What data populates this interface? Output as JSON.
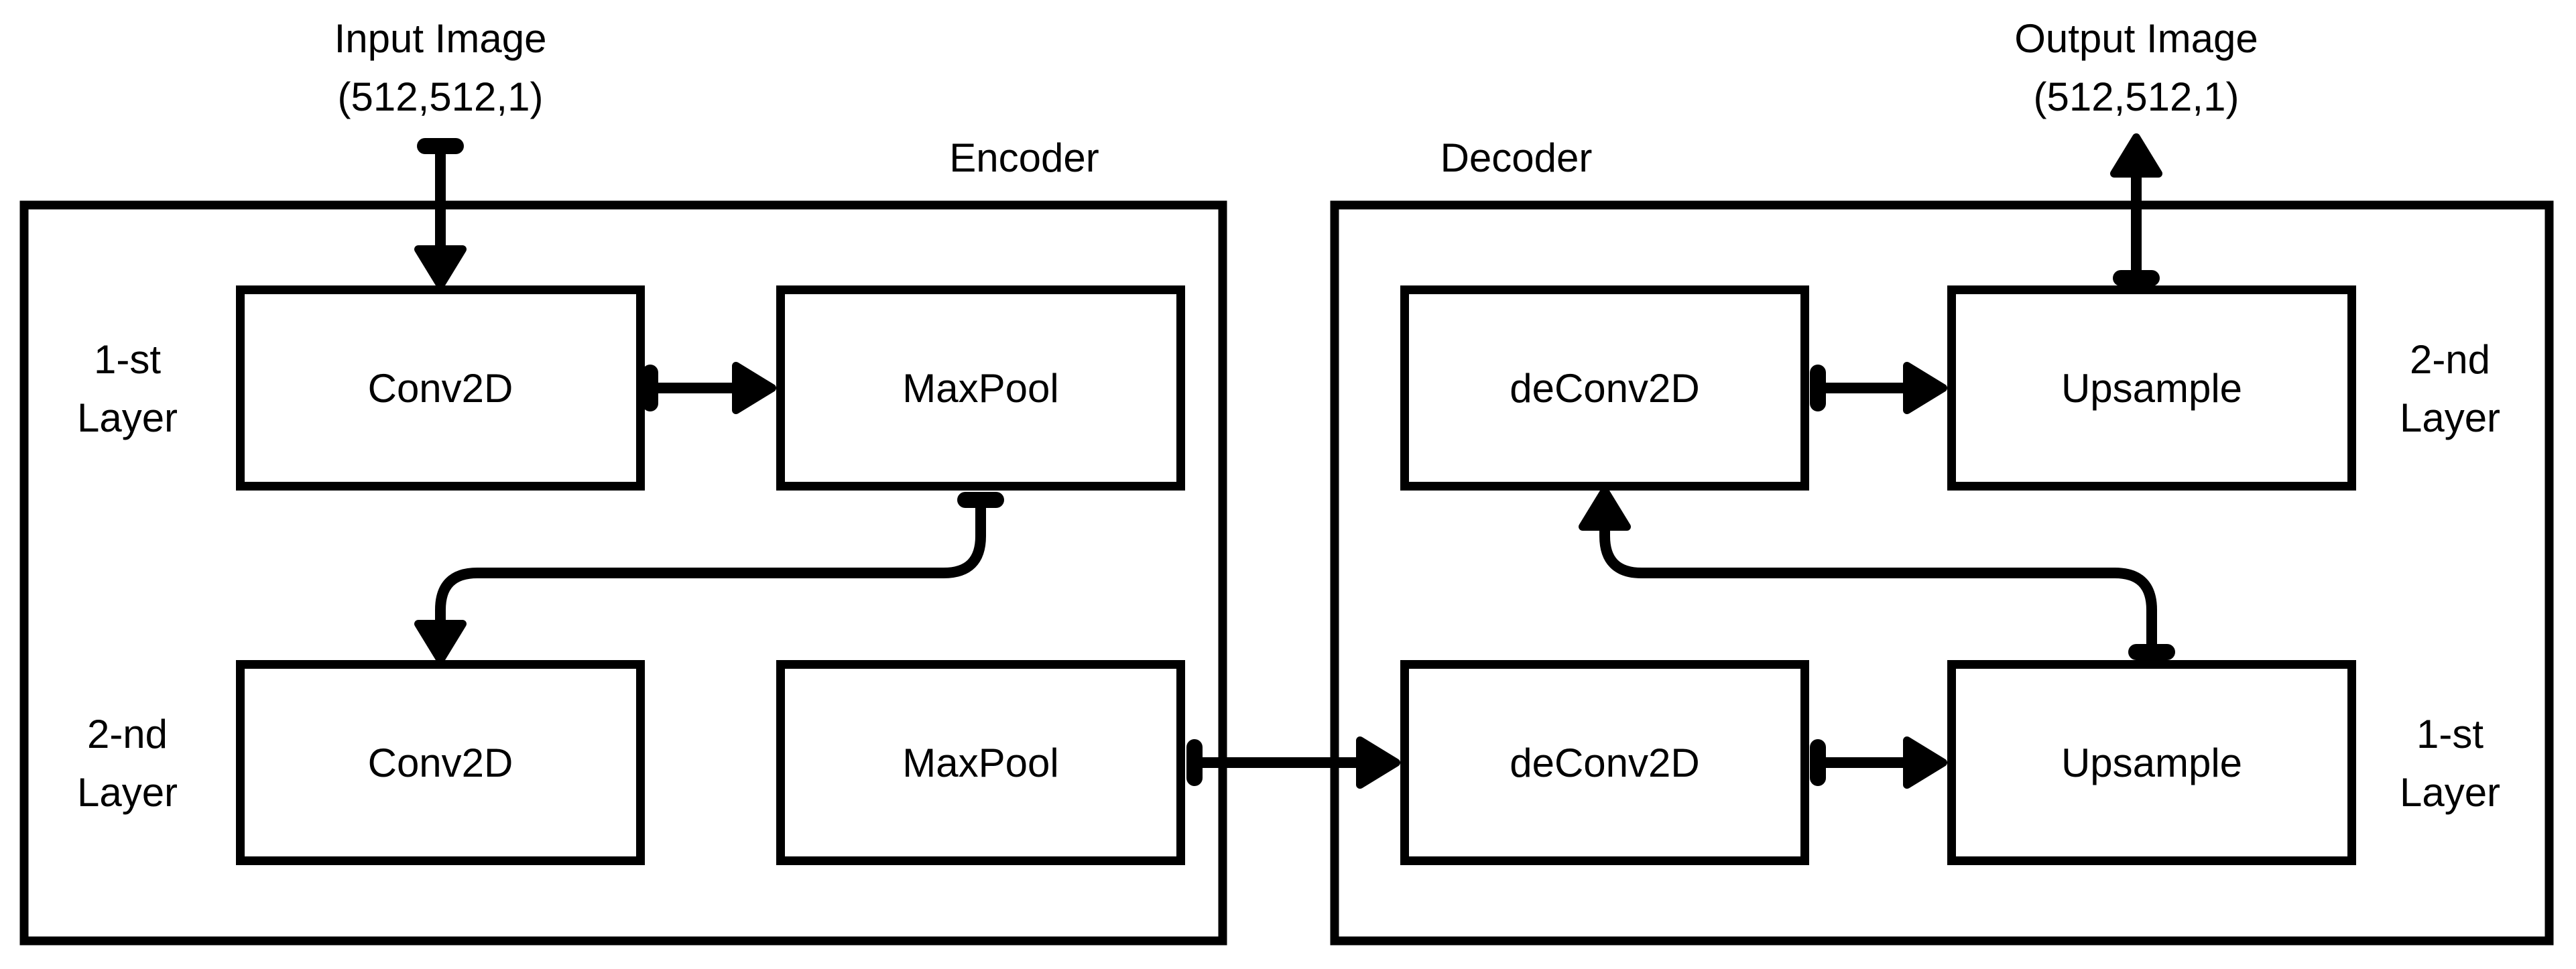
{
  "diagram": {
    "colors": {
      "background": "#ffffff",
      "line": "#000000",
      "text": "#000000"
    },
    "input": {
      "line1": "Input Image",
      "line2": "(512,512,1)"
    },
    "output": {
      "line1": "Output Image",
      "line2": "(512,512,1)"
    },
    "encoder": {
      "title": "Encoder",
      "layers": [
        {
          "label1": "1-st",
          "label2": "Layer",
          "blocks": [
            "Conv2D",
            "MaxPool"
          ]
        },
        {
          "label1": "2-nd",
          "label2": "Layer",
          "blocks": [
            "Conv2D",
            "MaxPool"
          ]
        }
      ]
    },
    "decoder": {
      "title": "Decoder",
      "layers": [
        {
          "label1": "2-nd",
          "label2": "Layer",
          "blocks": [
            "deConv2D",
            "Upsample"
          ]
        },
        {
          "label1": "1-st",
          "label2": "Layer",
          "blocks": [
            "deConv2D",
            "Upsample"
          ]
        }
      ]
    },
    "connections": [
      {
        "from": "Input Image",
        "to": "Conv2D (encoder 1-st layer)"
      },
      {
        "from": "Conv2D (encoder 1-st layer)",
        "to": "MaxPool (encoder 1-st layer)"
      },
      {
        "from": "MaxPool (encoder 1-st layer)",
        "to": "Conv2D (encoder 2-nd layer)"
      },
      {
        "from": "MaxPool (encoder 2-nd layer)",
        "to": "deConv2D (decoder 1-st layer)"
      },
      {
        "from": "deConv2D (decoder 1-st layer)",
        "to": "Upsample (decoder 1-st layer)"
      },
      {
        "from": "Upsample (decoder 1-st layer)",
        "to": "deConv2D (decoder 2-nd layer)"
      },
      {
        "from": "deConv2D (decoder 2-nd layer)",
        "to": "Upsample (decoder 2-nd layer)"
      },
      {
        "from": "Upsample (decoder 2-nd layer)",
        "to": "Output Image"
      }
    ]
  }
}
